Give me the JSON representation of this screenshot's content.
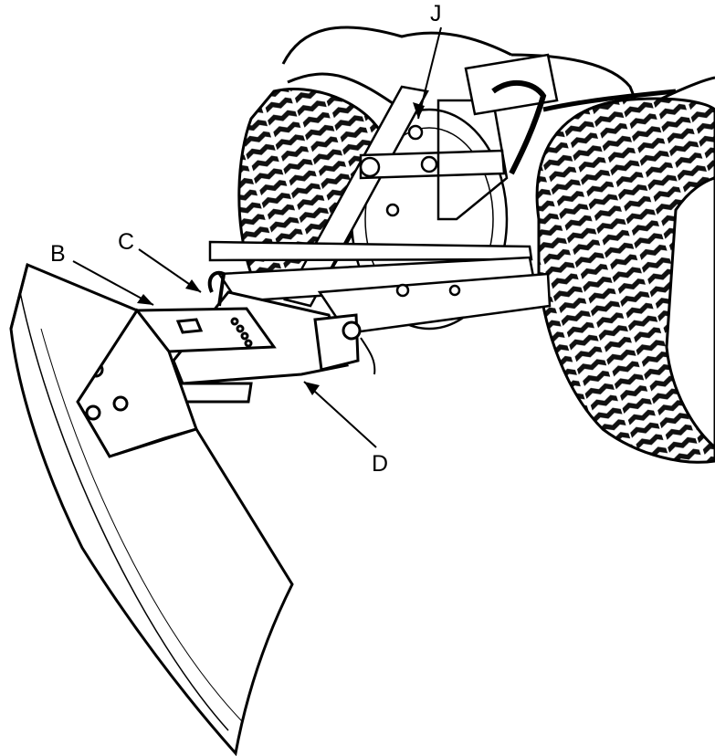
{
  "callouts": {
    "j": "J",
    "b": "B",
    "c": "C",
    "d": "D"
  },
  "colors": {
    "ink": "#000000",
    "paper": "#ffffff"
  }
}
